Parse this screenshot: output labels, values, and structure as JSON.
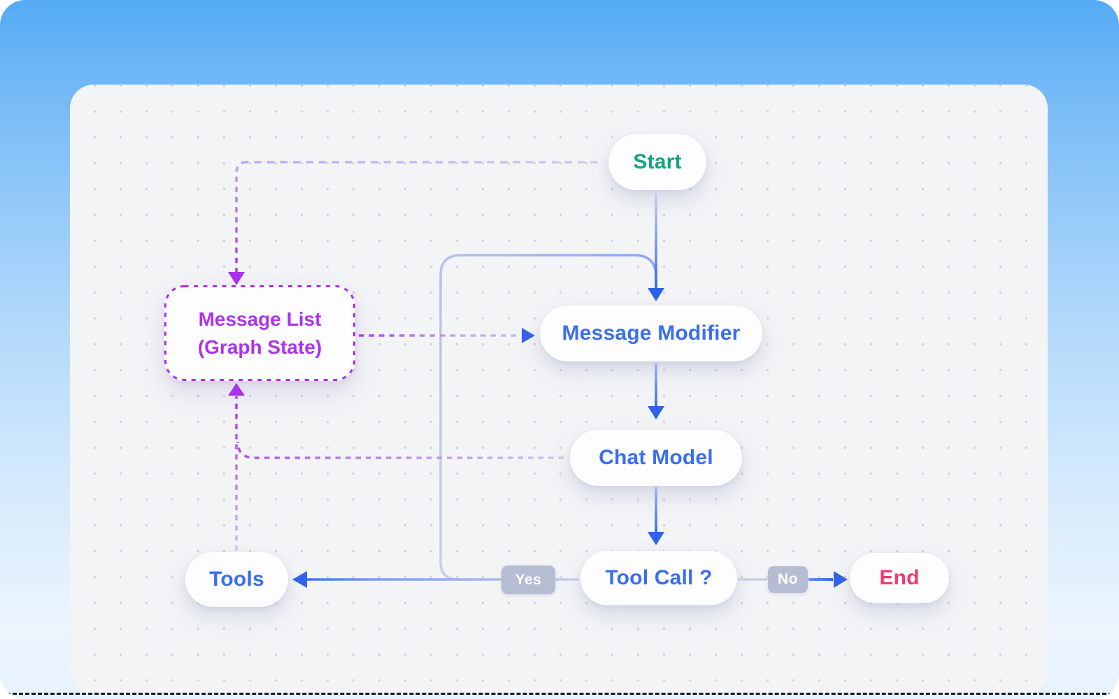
{
  "diagram": {
    "title": "LangGraph agent loop flowchart",
    "nodes": {
      "start": {
        "label": "Start",
        "text_color": "#16a37e"
      },
      "message_modifier": {
        "label": "Message Modifier",
        "text_color": "#3a6ef0"
      },
      "chat_model": {
        "label": "Chat Model",
        "text_color": "#3a6ef0"
      },
      "tool_call": {
        "label": "Tool Call ?",
        "text_color": "#3a6ef0"
      },
      "tools": {
        "label": "Tools",
        "text_color": "#3a6ef0"
      },
      "end": {
        "label": "End",
        "text_color": "#ee3a6e"
      },
      "message_list": {
        "label_line1": "Message List",
        "label_line2": "(Graph State)",
        "text_color": "#ac33f0"
      }
    },
    "edge_labels": {
      "yes": "Yes",
      "no": "No"
    },
    "edges": [
      {
        "from": "start",
        "to": "message_modifier",
        "style": "solid-blue"
      },
      {
        "from": "start",
        "to": "message_list",
        "style": "dashed-purple"
      },
      {
        "from": "message_list",
        "to": "message_modifier",
        "style": "dashed-purple"
      },
      {
        "from": "message_modifier",
        "to": "chat_model",
        "style": "solid-blue"
      },
      {
        "from": "chat_model",
        "to": "message_list",
        "style": "dashed-purple"
      },
      {
        "from": "chat_model",
        "to": "tool_call",
        "style": "solid-blue"
      },
      {
        "from": "tool_call",
        "to": "tools",
        "label": "Yes",
        "style": "solid-blue"
      },
      {
        "from": "tool_call",
        "to": "end",
        "label": "No",
        "style": "solid-blue"
      },
      {
        "from": "tools",
        "to": "message_list",
        "style": "dashed-purple"
      },
      {
        "from": "tools",
        "to": "message_modifier",
        "style": "solid-light"
      }
    ],
    "colors": {
      "purple": "#aa30ec",
      "blue": "#3263e8",
      "lavender": "#c9cfe9",
      "badge_bg": "#b6bdd2",
      "canvas_bg": "#f3f4f6",
      "bg_top": "#55abf4",
      "bg_bottom": "#e6f2fd"
    }
  }
}
